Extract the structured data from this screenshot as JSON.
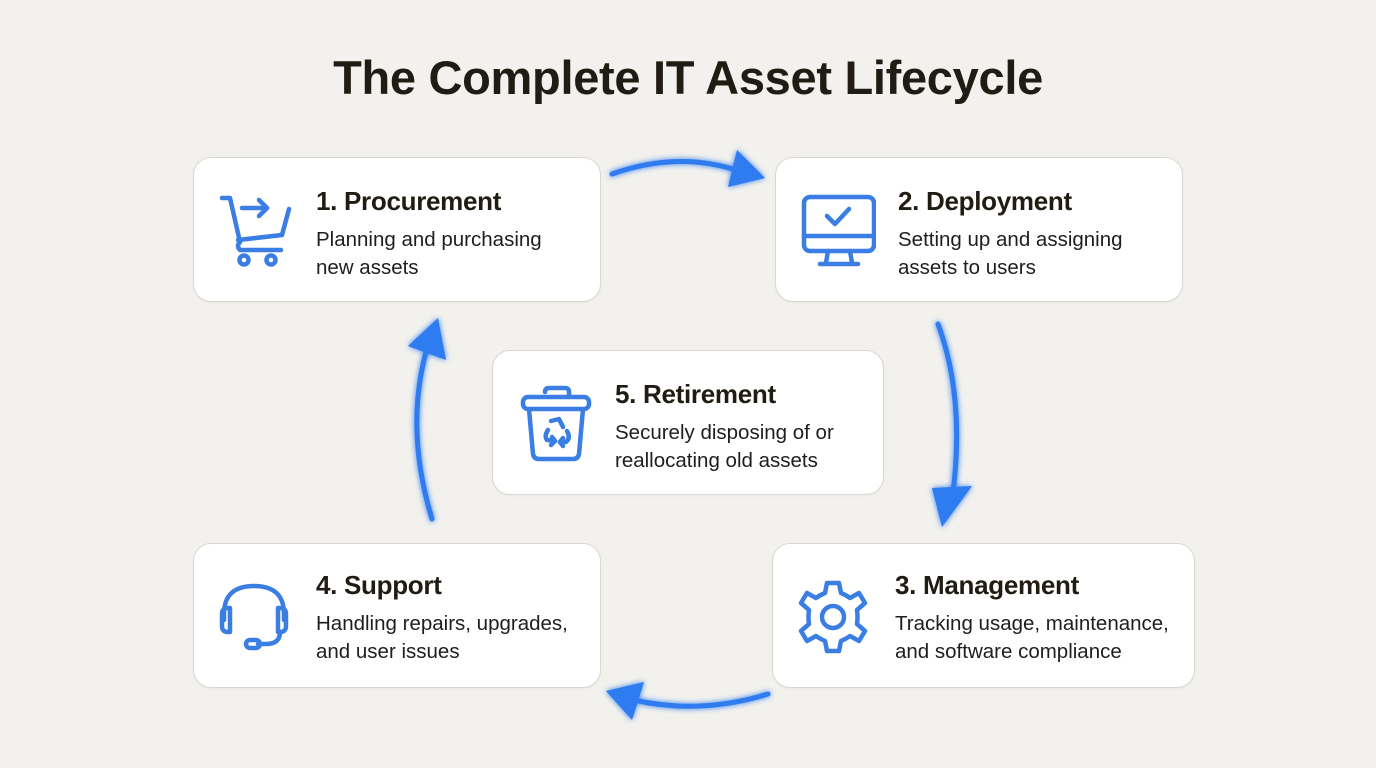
{
  "title": "The Complete IT Asset Lifecycle",
  "colors": {
    "background": "#f2f1ed",
    "accent": "#3a7ee4",
    "arrow": "#2f7bf0",
    "heading_text": "#211c13",
    "card_border": "#d9d7d2"
  },
  "stages": [
    {
      "number": 1,
      "heading": "1. Procurement",
      "description_line1": "Planning and purchasing",
      "description_line2": "new assets",
      "icon": "shopping-cart-icon"
    },
    {
      "number": 2,
      "heading": "2. Deployment",
      "description_line1": "Setting up and assigning",
      "description_line2": "assets to users",
      "icon": "monitor-check-icon"
    },
    {
      "number": 3,
      "heading": "3. Management",
      "description_line1": "Tracking usage, maintenance,",
      "description_line2": "and software compliance",
      "icon": "gear-icon"
    },
    {
      "number": 4,
      "heading": "4. Support",
      "description_line1": "Handling repairs, upgrades,",
      "description_line2": "and user issues",
      "icon": "headset-icon"
    },
    {
      "number": 5,
      "heading": "5. Retirement",
      "description_line1": "Securely disposing of or",
      "description_line2": "reallocating old assets",
      "icon": "recycle-bin-icon"
    }
  ],
  "flow": [
    {
      "from": "1. Procurement",
      "to": "2. Deployment"
    },
    {
      "from": "2. Deployment",
      "to": "3. Management"
    },
    {
      "from": "3. Management",
      "to": "4. Support"
    },
    {
      "from": "4. Support",
      "to": "1. Procurement"
    }
  ]
}
